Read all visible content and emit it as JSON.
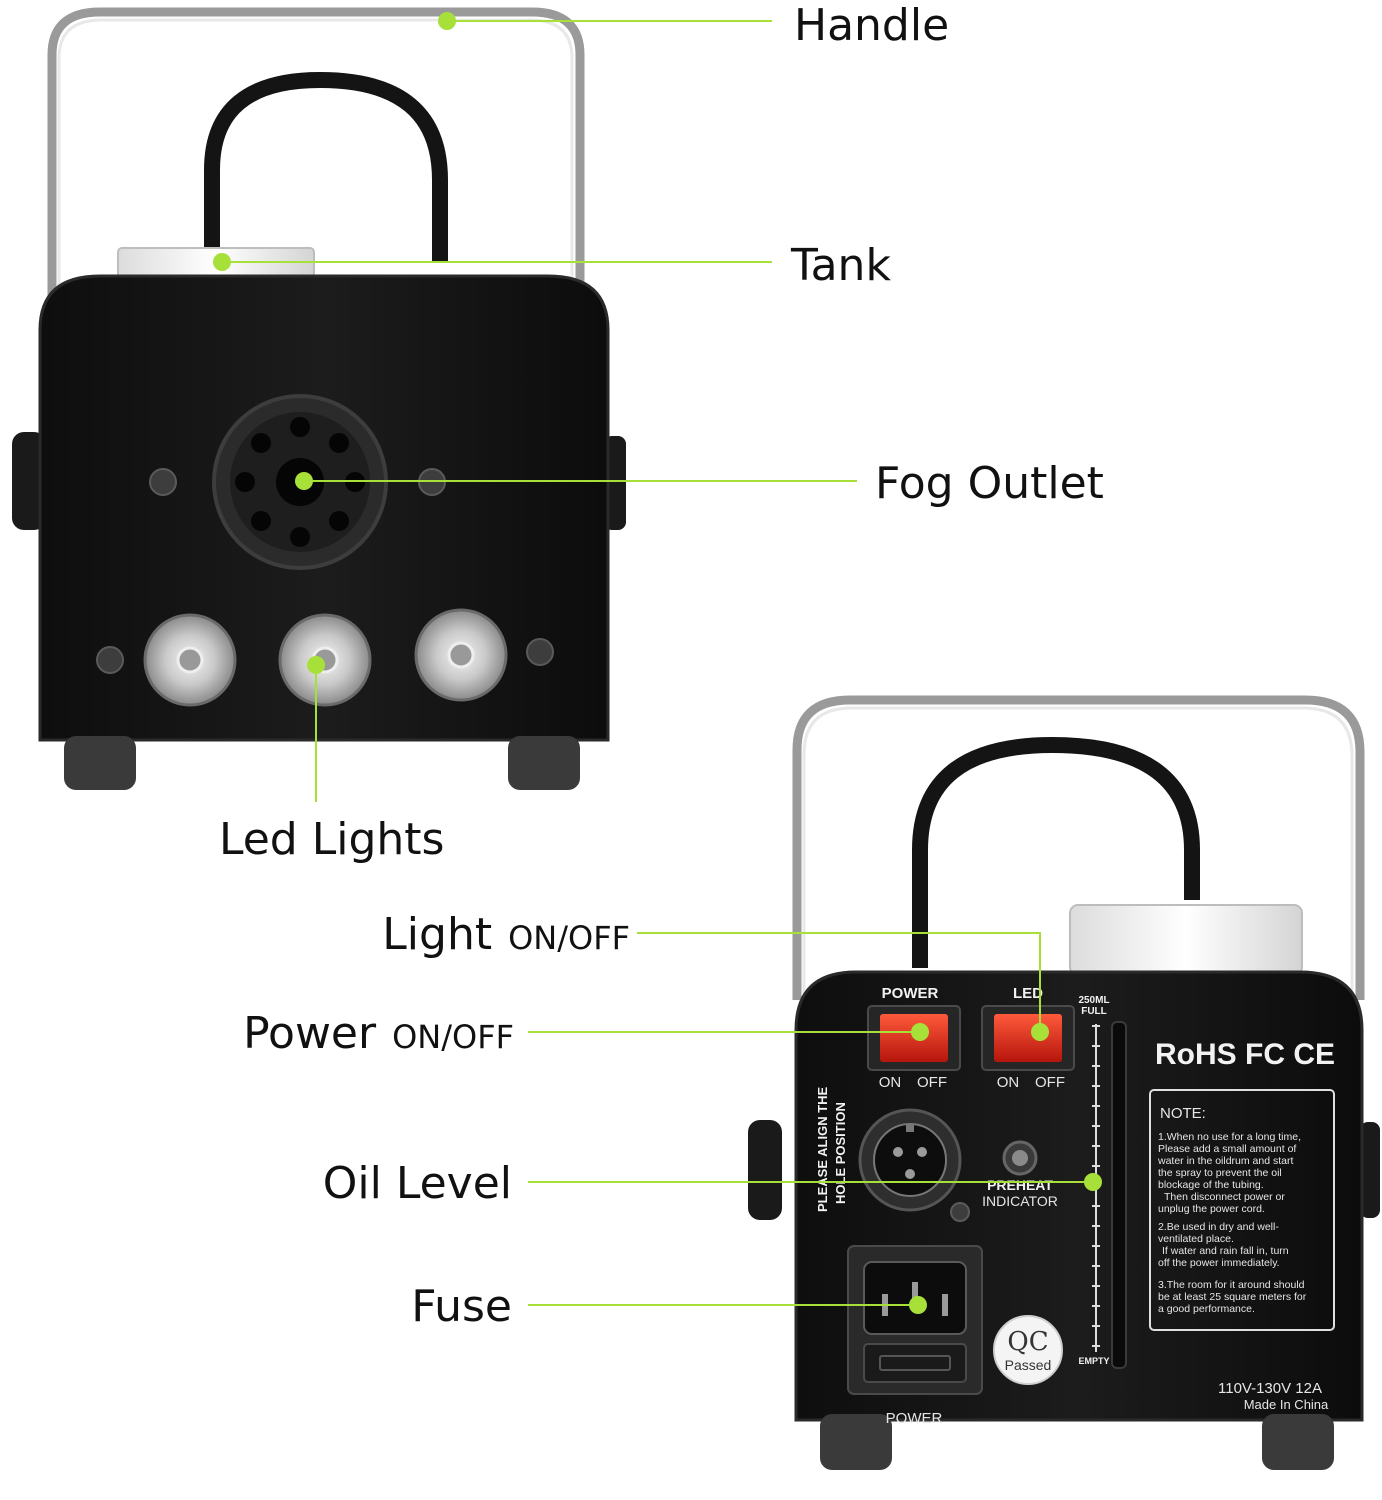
{
  "colors": {
    "leader": "#a8e03a",
    "body": "#151515",
    "switch": "#d8261c",
    "label": "#111111"
  },
  "callouts": {
    "handle": "Handle",
    "tank": "Tank",
    "fog_outlet": "Fog Outlet",
    "led_lights": "Led Lights",
    "light_switch": "Light",
    "light_switch_state": "ON/OFF",
    "power_switch": "Power",
    "power_switch_state": "ON/OFF",
    "oil_level": "Oil Level",
    "fuse": "Fuse"
  },
  "panel": {
    "power_title": "POWER",
    "led_title": "LED",
    "on": "ON",
    "off": "OFF",
    "align_line1": "PLEASE ALIGN THE",
    "align_line2": "HOLE POSITION",
    "preheat_line1": "PREHEAT",
    "preheat_line2": "INDICATOR",
    "full_line1": "250ML",
    "full_line2": "FULL",
    "empty": "EMPTY",
    "certs": "RoHS FC CE",
    "note_title": "NOTE:",
    "note_lines": [
      "1.When no use for a long time,",
      "Please add a small amount of",
      "water in the oildrum and start",
      "the spray to prevent the oil",
      "blockage of the tubing.",
      "Then disconnect power or",
      "unplug the power cord.",
      "2.Be used in dry and well-",
      "ventilated place.",
      "If water and rain fall in, turn",
      "off the power immediately.",
      "3.The room for it around should",
      "be at least 25 square meters for",
      "a good performance."
    ],
    "qc_title": "QC",
    "qc_sub": "Passed",
    "rating": "110V-130V 12A",
    "origin": "Made In China",
    "power_inlet": "POWER"
  }
}
